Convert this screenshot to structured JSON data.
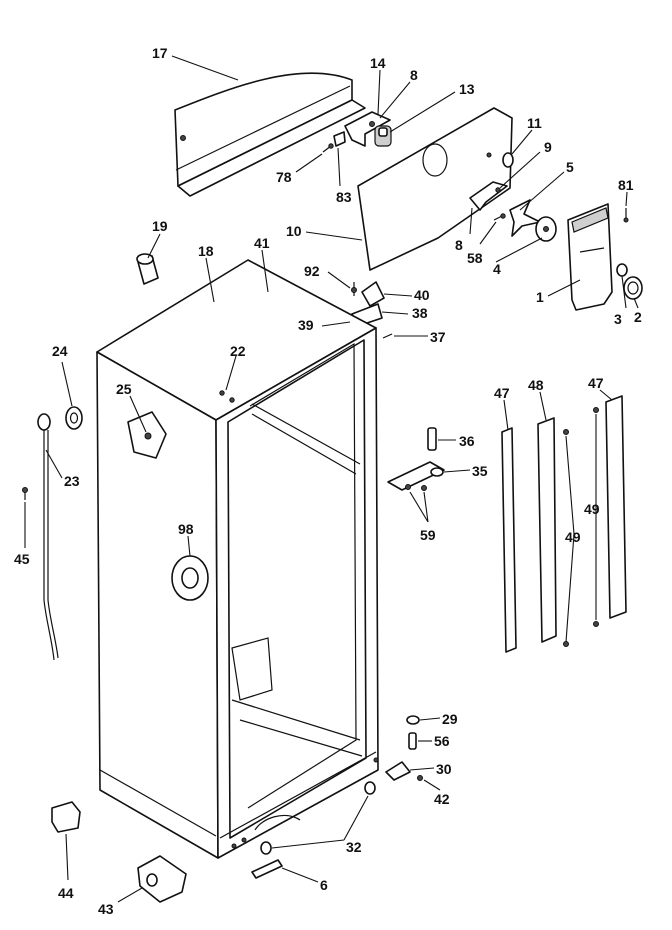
{
  "callouts": [
    {
      "id": "p17",
      "label": "17"
    },
    {
      "id": "p14",
      "label": "14"
    },
    {
      "id": "p8a",
      "label": "8"
    },
    {
      "id": "p13",
      "label": "13"
    },
    {
      "id": "p11",
      "label": "11"
    },
    {
      "id": "p9",
      "label": "9"
    },
    {
      "id": "p5",
      "label": "5"
    },
    {
      "id": "p81",
      "label": "81"
    },
    {
      "id": "p78",
      "label": "78"
    },
    {
      "id": "p83",
      "label": "83"
    },
    {
      "id": "p10",
      "label": "10"
    },
    {
      "id": "p8b",
      "label": "8"
    },
    {
      "id": "p58",
      "label": "58"
    },
    {
      "id": "p4",
      "label": "4"
    },
    {
      "id": "p19",
      "label": "19"
    },
    {
      "id": "p18",
      "label": "18"
    },
    {
      "id": "p41",
      "label": "41"
    },
    {
      "id": "p92",
      "label": "92"
    },
    {
      "id": "p40",
      "label": "40"
    },
    {
      "id": "p1",
      "label": "1"
    },
    {
      "id": "p3",
      "label": "3"
    },
    {
      "id": "p2",
      "label": "2"
    },
    {
      "id": "p38",
      "label": "38"
    },
    {
      "id": "p39",
      "label": "39"
    },
    {
      "id": "p37",
      "label": "37"
    },
    {
      "id": "p24",
      "label": "24"
    },
    {
      "id": "p22",
      "label": "22"
    },
    {
      "id": "p25",
      "label": "25"
    },
    {
      "id": "p47a",
      "label": "47"
    },
    {
      "id": "p48",
      "label": "48"
    },
    {
      "id": "p47b",
      "label": "47"
    },
    {
      "id": "p36",
      "label": "36"
    },
    {
      "id": "p23",
      "label": "23"
    },
    {
      "id": "p35",
      "label": "35"
    },
    {
      "id": "p49a",
      "label": "49"
    },
    {
      "id": "p49b",
      "label": "49"
    },
    {
      "id": "p59",
      "label": "59"
    },
    {
      "id": "p98",
      "label": "98"
    },
    {
      "id": "p45",
      "label": "45"
    },
    {
      "id": "p29",
      "label": "29"
    },
    {
      "id": "p56",
      "label": "56"
    },
    {
      "id": "p30",
      "label": "30"
    },
    {
      "id": "p42",
      "label": "42"
    },
    {
      "id": "p32",
      "label": "32"
    },
    {
      "id": "p6",
      "label": "6"
    },
    {
      "id": "p44",
      "label": "44"
    },
    {
      "id": "p43",
      "label": "43"
    }
  ]
}
